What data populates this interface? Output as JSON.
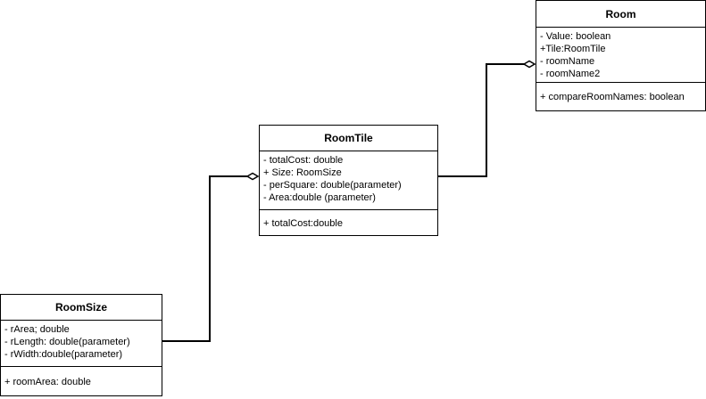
{
  "diagram": {
    "classes": [
      {
        "id": "room",
        "name": "Room",
        "attributes": [
          "- Value: boolean",
          "+Tile:RoomTile",
          "- roomName",
          "- roomName2"
        ],
        "operations": [
          "+ compareRoomNames: boolean"
        ]
      },
      {
        "id": "roomtile",
        "name": "RoomTile",
        "attributes": [
          "- totalCost: double",
          "+ Size: RoomSize",
          "- perSquare: double(parameter)",
          "- Area:double (parameter)"
        ],
        "operations": [
          "+ totalCost:double"
        ]
      },
      {
        "id": "roomsize",
        "name": "RoomSize",
        "attributes": [
          "- rArea; double",
          "- rLength: double(parameter)",
          "- rWidth:double(parameter)"
        ],
        "operations": [
          "+ roomArea: double"
        ]
      }
    ],
    "relations": [
      {
        "type": "aggregation",
        "whole": "Room",
        "part": "RoomTile"
      },
      {
        "type": "aggregation",
        "whole": "RoomTile",
        "part": "RoomSize"
      }
    ],
    "colors": {
      "line": "#000000",
      "background": "#ffffff"
    }
  }
}
